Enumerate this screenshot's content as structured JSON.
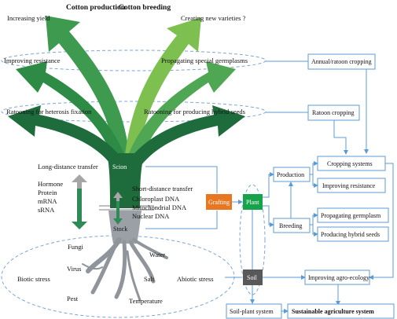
{
  "headers": {
    "production": "Cotton production",
    "breeding": "Cotton breeding"
  },
  "branch_labels": {
    "increasing_yield": "Increasing yield",
    "creating_varieties": "Creating new varieties ?",
    "improving_resistance": "Improving resistance",
    "propagating_germplasms": "Propagating special germplasms",
    "ratooning_heterosis": "Ratooning for heterosis fixation",
    "ratooning_hybrid": "Ratooning for producing hybrid seeds"
  },
  "tree": {
    "scion": "Scion",
    "stock": "Stock",
    "long_distance": "Long-distance transfer",
    "long_items": [
      "Hormone",
      "Protein",
      "mRNA",
      "sRNA"
    ],
    "short_distance": "Short-distance transfer",
    "short_items": [
      "Chloroplast DNA",
      "Mitochondrial DNA",
      "Nuclear DNA"
    ]
  },
  "stress": {
    "biotic": "Biotic stress",
    "abiotic": "Abiotic stress",
    "fungi": "Fungi",
    "virus": "Virus",
    "pest": "Pest",
    "water": "Water",
    "salt": "Salt",
    "temperature": "Temperature"
  },
  "nodes": {
    "grafting": "Grafting",
    "plant": "Plant",
    "soil": "Soil",
    "production": "Production",
    "breeding": "Breeding",
    "annual_ratoon": "Annual/ratoon cropping",
    "ratoon_cropping": "Ratoon cropping",
    "cropping_systems": "Cropping systems",
    "improving_resistance": "Improving resistance",
    "propagating_germplasm": "Propagating germplasm",
    "producing_hybrid": "Producing hybrid seeds",
    "improving_agro": "Improving agro-ecology",
    "soil_plant": "Soil-plant system",
    "sustainable": "Sustainable agriculture system"
  },
  "colors": {
    "dark_green": "#1e6b3c",
    "mid_green": "#3d9a4e",
    "light_green": "#7ec050",
    "plant_green": "#17a34a",
    "grafting_orange": "#e87722",
    "soil_gray": "#595959",
    "box_blue": "#5b9bd5"
  }
}
